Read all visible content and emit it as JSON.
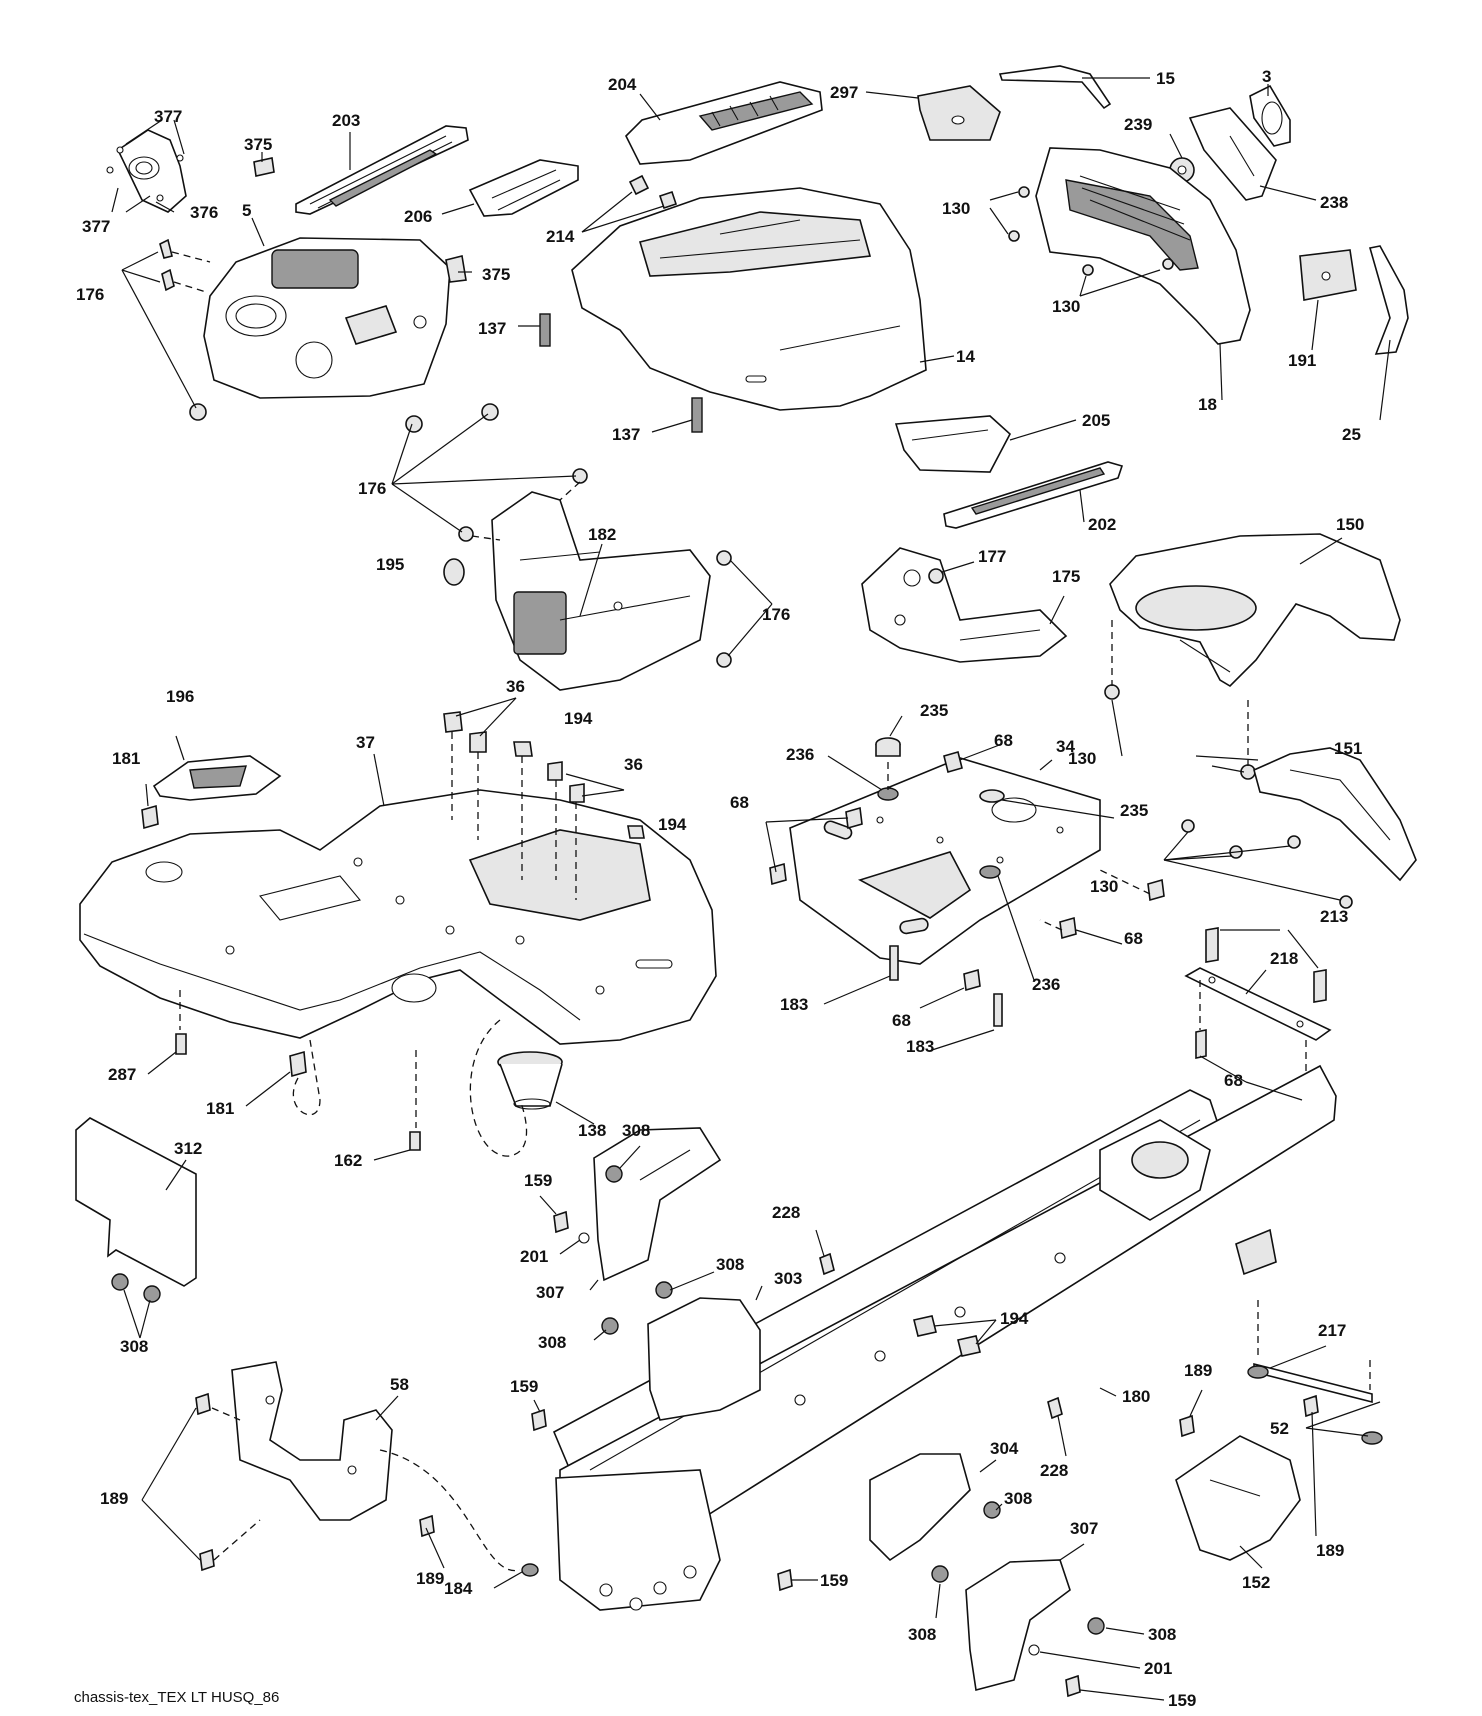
{
  "diagram": {
    "caption": "chassis-tex_TEX LT HUSQ_86",
    "callouts": [
      "377",
      "377",
      "375",
      "376",
      "5",
      "203",
      "204",
      "297",
      "15",
      "3",
      "239",
      "238",
      "130",
      "130",
      "206",
      "214",
      "375",
      "176",
      "137",
      "14",
      "137",
      "191",
      "25",
      "18",
      "205",
      "202",
      "176",
      "182",
      "195",
      "176",
      "177",
      "175",
      "150",
      "36",
      "235",
      "196",
      "194",
      "37",
      "36",
      "68",
      "34",
      "236",
      "181",
      "68",
      "235",
      "194",
      "130",
      "151",
      "130",
      "213",
      "68",
      "236",
      "218",
      "183",
      "68",
      "183",
      "287",
      "181",
      "68",
      "162",
      "138",
      "312",
      "308",
      "159",
      "201",
      "228",
      "307",
      "308",
      "303",
      "308",
      "308",
      "194",
      "217",
      "189",
      "58",
      "159",
      "180",
      "52",
      "189",
      "304",
      "228",
      "308",
      "189",
      "189",
      "184",
      "159",
      "307",
      "152",
      "308",
      "201",
      "308",
      "159"
    ]
  }
}
